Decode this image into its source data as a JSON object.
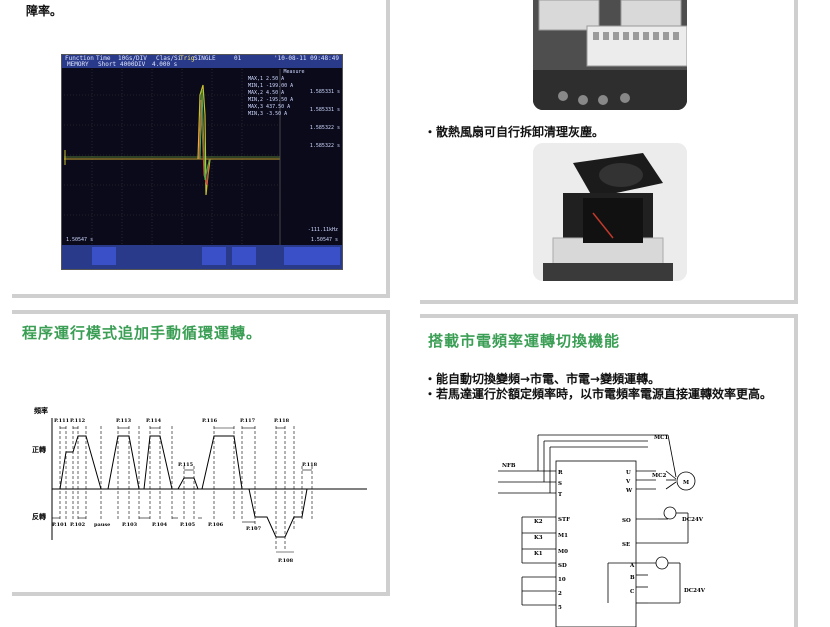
{
  "top_left": {
    "fault_rate_text": "障率。"
  },
  "scope": {
    "header_labels": [
      "Function",
      "Time",
      "10Gs/DIV",
      "Clas/Si",
      "Trig",
      "SINGLE",
      "01",
      "MEMORY",
      "Short",
      "4000DIV",
      "4.000 s"
    ],
    "timestamp": "'10-08-11 09:48:49",
    "measure_title": "Measure",
    "measure_rows": [
      "MAX,1  2.50 A",
      "MIN,1 -199.00 A",
      "MAX,2  4.50 A",
      "MIN,2 -195.50 A",
      "MAX,3  437.50 A",
      "MIN,3  -3.50 A"
    ],
    "right_values": [
      "1.585331 s",
      "1.585331 s",
      "1.585322 s",
      "1.585322 s"
    ],
    "bottom_left": "1.50547 s",
    "bottom_right": "1.50547 s",
    "bottom_mid": "-111.11kHz"
  },
  "fan_text": "・散熱風扇可自行拆卸清理灰塵。",
  "left_section": {
    "title": "程序運行模式追加手動循環運轉。"
  },
  "right_section": {
    "title": "搭載市電頻率運轉切換機能",
    "bullets": [
      "・能自動切換變頻→市電、市電→變頻運轉。",
      "・若馬達運行於額定頻率時，以市電頻率電源直接運轉效率更高。"
    ]
  },
  "timing_chart": {
    "y_label_top": "頻率",
    "label_forward": "正轉",
    "label_reverse": "反轉",
    "top_markers": [
      "P.111",
      "P.112",
      "P.113",
      "P.114",
      "P.116",
      "P.117",
      "P.118"
    ],
    "mid_markers": [
      "P.115",
      "P.118"
    ],
    "bottom_markers": [
      "P.101",
      "P.102",
      "pause",
      "P.103",
      "P.104",
      "P.105",
      "P.106",
      "P.107",
      "P.108"
    ]
  },
  "circuit": {
    "labels": [
      "NFB",
      "R",
      "S",
      "T",
      "U",
      "V",
      "W",
      "MC1",
      "MC2",
      "M",
      "K2",
      "K3",
      "K1",
      "STF",
      "M1",
      "M0",
      "SD",
      "10",
      "2",
      "5",
      "SO",
      "SE",
      "A",
      "B",
      "C",
      "DC24V",
      "DC24V"
    ]
  }
}
